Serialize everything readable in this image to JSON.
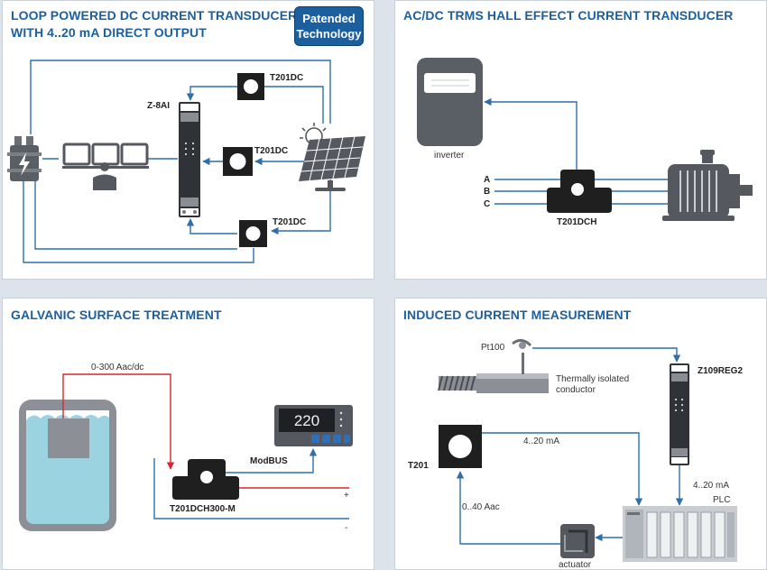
{
  "panel1": {
    "title_line1": "LOOP POWERED DC CURRENT TRANSDUCERS",
    "title_line2": "WITH 4..20 mA DIRECT OUTPUT",
    "badge_line1": "Patended",
    "badge_line2": "Technology",
    "module_label": "Z-8AI",
    "transducer_top": "T201DC",
    "transducer_middle": "T201DC",
    "transducer_bottom": "T201DC"
  },
  "panel2": {
    "title": "AC/DC TRMS HALL EFFECT CURRENT TRANSDUCER",
    "inverter_label": "inverter",
    "phase_a": "A",
    "phase_b": "B",
    "phase_c": "C",
    "transducer_label": "T201DCH"
  },
  "panel3": {
    "title": "GALVANIC SURFACE TREATMENT",
    "current_range": "0-300 Aac/dc",
    "display_value": "220",
    "comm_label": "ModBUS",
    "transducer_label": "T201DCH300-M",
    "plus_sign": "+",
    "minus_sign": "-"
  },
  "panel4": {
    "title": "INDUCED CURRENT MEASUREMENT",
    "sensor_label": "Pt100",
    "conductor_line1": "Thermally isolated",
    "conductor_line2": "conductor",
    "regulator_label": "Z109REG2",
    "transducer_label": "T201",
    "output_signal": "4..20 mA",
    "output_signal_plc": "4..20 mA",
    "plc_label": "PLC",
    "current_range": "0..40 Aac",
    "actuator_label": "actuator"
  },
  "colors": {
    "title_blue": "#1c5f9e",
    "wire_blue": "#2f6fa8",
    "wire_red": "#d9262c",
    "panel_border": "#c9d0d8"
  }
}
